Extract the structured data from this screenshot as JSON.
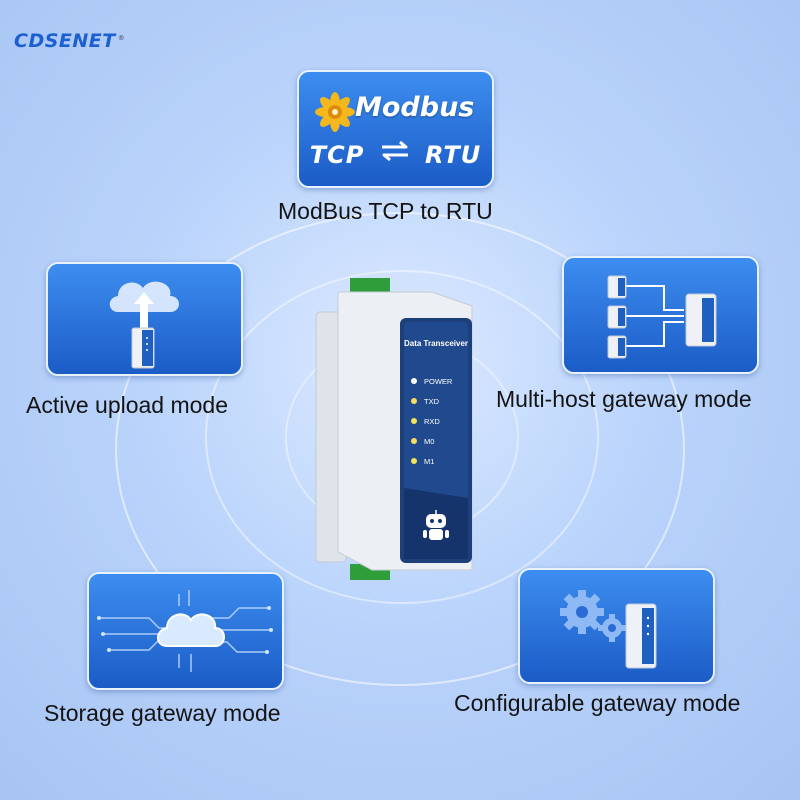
{
  "brand": {
    "name": "CDSENET",
    "mark": "®"
  },
  "modbus_tile": {
    "logo_word": "Modbus",
    "left": "TCP",
    "right": "RTU"
  },
  "device": {
    "title": "Data Transceiver",
    "leds": [
      "POWER",
      "TXD",
      "RXD",
      "M0",
      "M1"
    ]
  },
  "modes": {
    "top": "ModBus TCP to RTU",
    "left_top": "Active upload mode",
    "right_top": "Multi-host gateway mode",
    "left_bottom": "Storage gateway mode",
    "right_bottom": "Configurable gateway mode"
  },
  "colors": {
    "tile": "#2f7ae6",
    "brand": "#1b5fd0",
    "background": "#b9d3fb"
  }
}
